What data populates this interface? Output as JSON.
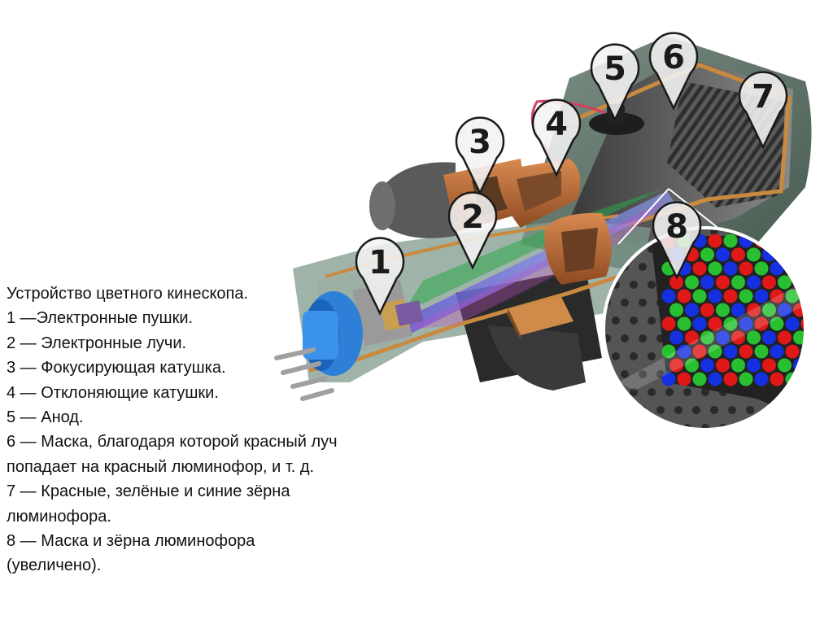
{
  "caption": {
    "lines": [
      "Устройство цветного кинескопа.",
      "1 —Электронные пушки.",
      "2 — Электронные лучи.",
      "3 — Фокусирующая катушка.",
      "4 — Отклоняющие катушки.",
      "5 — Анод.",
      "6 — Маска, благодаря которой красный луч",
      "попадает на красный люминофор, и т. д.",
      "7 — Красные, зелёные и синие зёрна",
      "люминофора.",
      "8 — Маска и зёрна люминофора",
      "(увеличено)."
    ]
  },
  "callouts": [
    "1",
    "2",
    "3",
    "4",
    "5",
    "6",
    "7",
    "8"
  ],
  "colors": {
    "glass": "#5f7468",
    "copper": "#b66a35",
    "base_blue": "#2e7fd8",
    "phosphor_red": "#e01818",
    "phosphor_green": "#28c030",
    "phosphor_blue": "#1530e0"
  }
}
